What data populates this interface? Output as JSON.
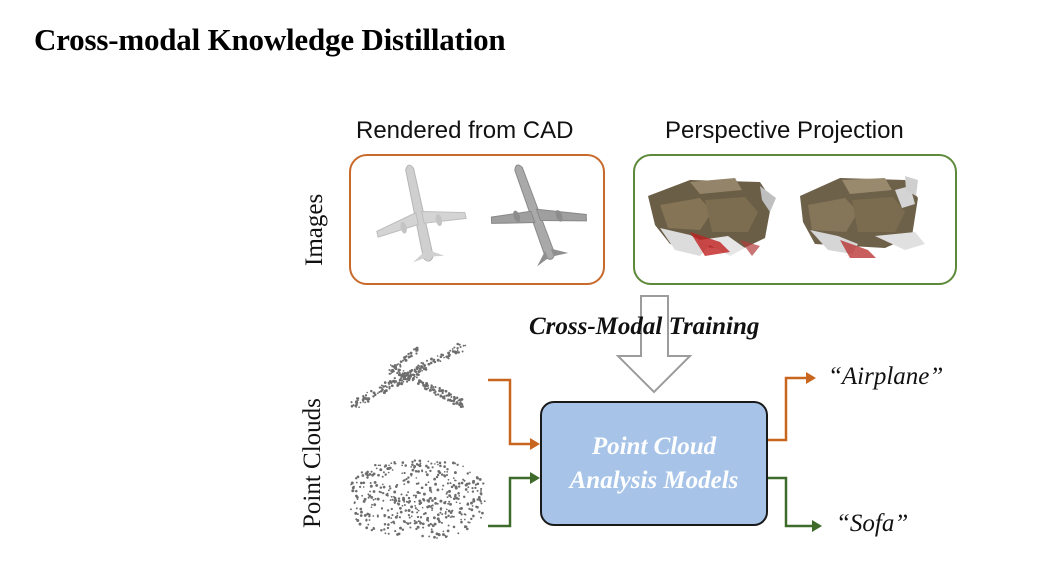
{
  "slide": {
    "title": "Cross-modal Knowledge Distillation"
  },
  "images_row": {
    "row_label": "Images",
    "cad_panel": {
      "caption": "Rendered from CAD"
    },
    "perspective_panel": {
      "caption": "Perspective Projection"
    }
  },
  "point_clouds_row": {
    "row_label": "Point Clouds"
  },
  "training": {
    "label": "Cross-Modal Training"
  },
  "model": {
    "line1": "Point Cloud",
    "line2": "Analysis Models"
  },
  "outputs": {
    "airplane": "“Airplane”",
    "sofa": "“Sofa”"
  },
  "colors": {
    "cad_border": "#c86a2b",
    "perspective_border": "#5d8a3a",
    "airplane_arrow": "#c8661f",
    "sofa_arrow": "#3e6a2a",
    "model_fill": "#a7c4e8"
  }
}
